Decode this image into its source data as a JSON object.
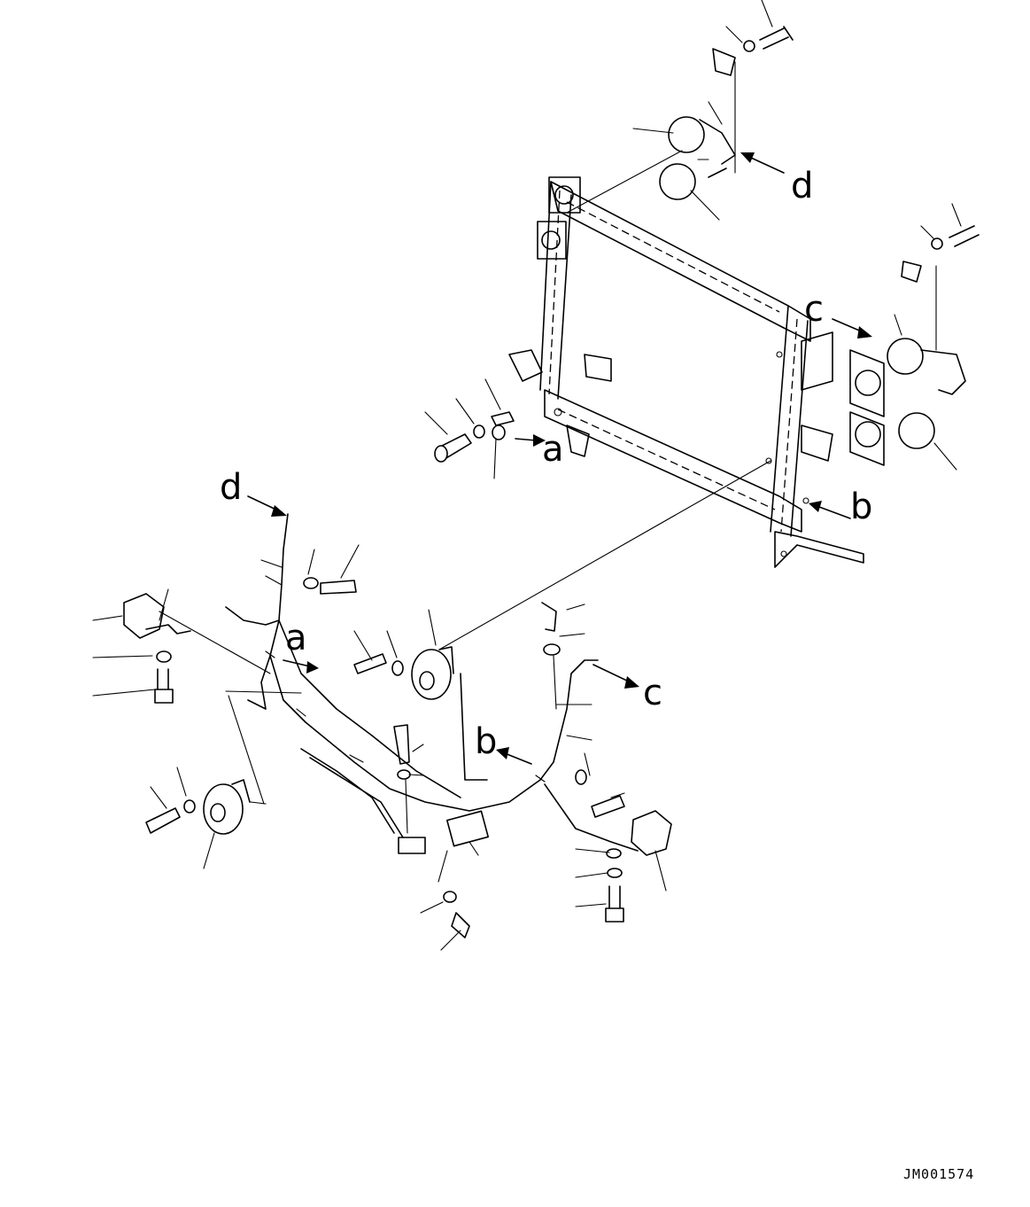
{
  "callouts": {
    "a": "a",
    "b": "b",
    "c": "c",
    "d": "d"
  },
  "drawing_code": "JM001574"
}
